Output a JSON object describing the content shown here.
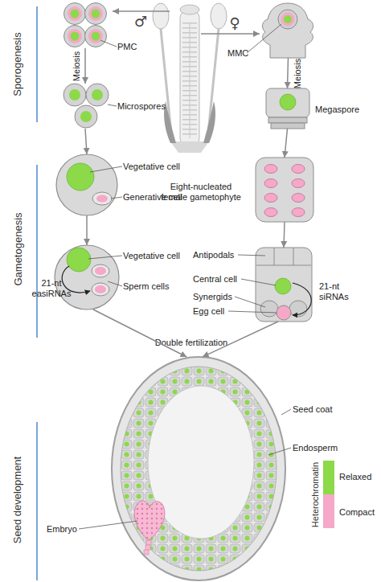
{
  "diagram": {
    "nodes": [
      {
        "text": [
          "PMC"
        ]
      },
      {
        "text": [
          "Microspores"
        ]
      },
      {
        "text": [
          "Vegetative cell",
          "Generative cell"
        ]
      },
      {
        "text": [
          "Vegetative cell",
          "21-nt easiRNAs",
          "Sperm cells"
        ]
      },
      {
        "text": [
          "MMC"
        ]
      },
      {
        "text": [
          "Megaspore"
        ]
      },
      {
        "text": [
          "Eight-nucleated female gametophyte"
        ]
      },
      {
        "text": [
          "Antipodals",
          "Central cell",
          "Synergids",
          "Egg cell",
          "21-nt siRNAs"
        ]
      },
      {
        "text": [
          "Seed coat",
          "Endosperm"
        ]
      },
      {
        "text": [
          "Embryo"
        ],
        "in": 8
      }
    ],
    "edges": [
      {
        "from": 0,
        "to": 1,
        "label": "Meiosis",
        "arrow": "to"
      },
      {
        "from": 1,
        "to": 2,
        "arrow": "to"
      },
      {
        "from": 2,
        "to": 3,
        "arrow": "to"
      },
      {
        "from": 4,
        "to": 5,
        "label": "Meiosis",
        "arrow": "to"
      },
      {
        "from": 5,
        "to": 6,
        "arrow": "to"
      },
      {
        "from": 6,
        "to": 7,
        "arrow": "to"
      },
      {
        "from": 3,
        "to": 8,
        "arrow": "to"
      },
      {
        "from": 7,
        "to": 8,
        "arrow": "to"
      }
    ],
    "labels": [
      "Sporogenesis",
      "♂",
      "♀",
      "Gametogenesis",
      "Double fertilization",
      "Seed development",
      "Heterochromatin"
    ],
    "legend": [
      {
        "text": "Relaxed",
        "color": "#8cd94a"
      },
      {
        "text": "Compact",
        "color": "#f5a8c8"
      }
    ]
  }
}
